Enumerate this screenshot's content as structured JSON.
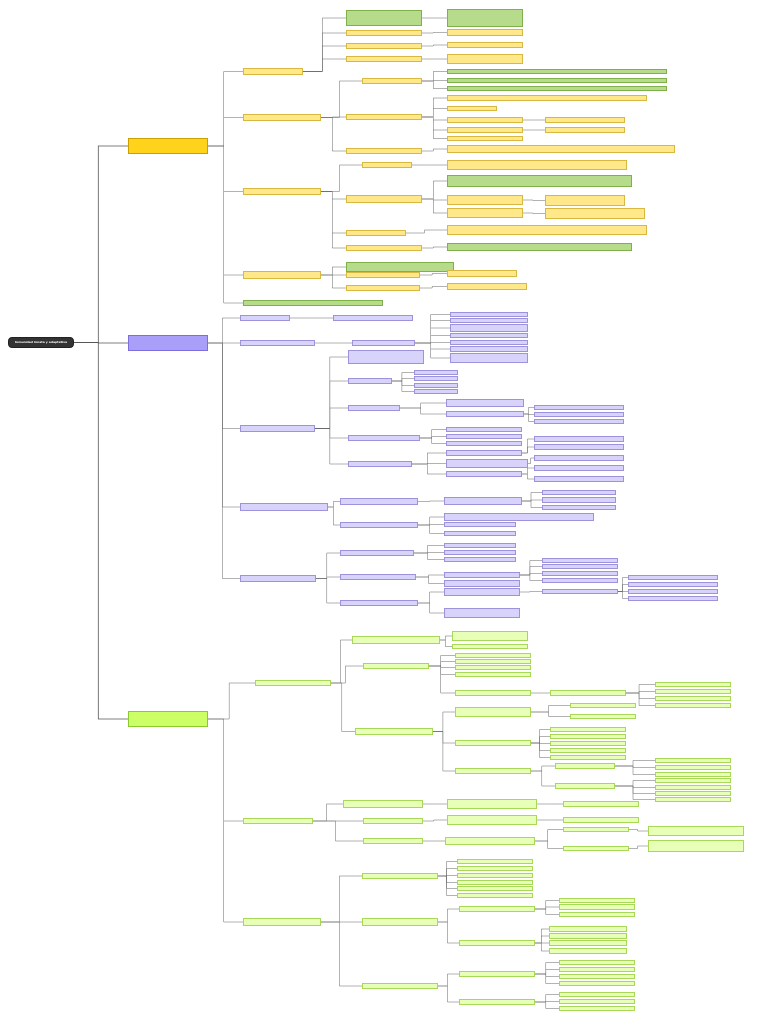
{
  "root": {
    "label": "Inmunidad innata y adaptativa"
  },
  "branches": [
    {
      "id": "b1",
      "label": "",
      "color": "ym"
    },
    {
      "id": "b2",
      "label": "",
      "color": "pm"
    },
    {
      "id": "b3",
      "label": "",
      "color": "gm"
    }
  ],
  "nodes": [
    {
      "id": "y1",
      "p": "b1",
      "c": "y",
      "label": ""
    },
    {
      "id": "y2",
      "p": "b1",
      "c": "y",
      "label": ""
    },
    {
      "id": "y3",
      "p": "b1",
      "c": "y",
      "label": ""
    },
    {
      "id": "y4",
      "p": "b1",
      "c": "y",
      "label": ""
    },
    {
      "id": "y5",
      "p": "b1",
      "c": "yg",
      "label": ""
    },
    {
      "id": "y1a",
      "p": "y1",
      "c": "yg",
      "label": ""
    },
    {
      "id": "y1b",
      "p": "y1",
      "c": "y",
      "label": ""
    },
    {
      "id": "y1c",
      "p": "y1",
      "c": "y",
      "label": ""
    },
    {
      "id": "y1d",
      "p": "y1",
      "c": "y",
      "label": ""
    },
    {
      "id": "y1a1",
      "p": "y1a",
      "c": "yg",
      "label": ""
    },
    {
      "id": "y1b1",
      "p": "y1b",
      "c": "y",
      "label": ""
    },
    {
      "id": "y1c1",
      "p": "y1c",
      "c": "y",
      "label": ""
    },
    {
      "id": "y1d1",
      "p": "y1d",
      "c": "y",
      "label": ""
    },
    {
      "id": "y2a",
      "p": "y2",
      "c": "y",
      "label": ""
    },
    {
      "id": "y2b",
      "p": "y2",
      "c": "y",
      "label": ""
    },
    {
      "id": "y2c",
      "p": "y2",
      "c": "y",
      "label": ""
    },
    {
      "id": "y2a1",
      "p": "y2a",
      "c": "yg",
      "label": ""
    },
    {
      "id": "y2a2",
      "p": "y2a",
      "c": "yg",
      "label": ""
    },
    {
      "id": "y2a3",
      "p": "y2a",
      "c": "yg",
      "label": ""
    },
    {
      "id": "y2b1",
      "p": "y2b",
      "c": "y",
      "label": ""
    },
    {
      "id": "y2b2",
      "p": "y2b",
      "c": "y",
      "label": ""
    },
    {
      "id": "y2b3",
      "p": "y2b",
      "c": "y",
      "label": ""
    },
    {
      "id": "y2b4",
      "p": "y2b",
      "c": "y",
      "label": ""
    },
    {
      "id": "y2b5",
      "p": "y2b",
      "c": "y",
      "label": ""
    },
    {
      "id": "y2b3a",
      "p": "y2b3",
      "c": "y",
      "label": ""
    },
    {
      "id": "y2b4a",
      "p": "y2b4",
      "c": "y",
      "label": ""
    },
    {
      "id": "y2c1",
      "p": "y2c",
      "c": "y",
      "label": ""
    },
    {
      "id": "y3a",
      "p": "y3",
      "c": "y",
      "label": ""
    },
    {
      "id": "y3b",
      "p": "y3",
      "c": "y",
      "label": ""
    },
    {
      "id": "y3c",
      "p": "y3",
      "c": "y",
      "label": ""
    },
    {
      "id": "y3d",
      "p": "y3",
      "c": "y",
      "label": ""
    },
    {
      "id": "y3a1",
      "p": "y3a",
      "c": "y",
      "label": ""
    },
    {
      "id": "y3b1",
      "p": "y3b",
      "c": "yg",
      "label": ""
    },
    {
      "id": "y3b2",
      "p": "y3b",
      "c": "y",
      "label": ""
    },
    {
      "id": "y3b3",
      "p": "y3b",
      "c": "y",
      "label": ""
    },
    {
      "id": "y3b2a",
      "p": "y3b2",
      "c": "y",
      "label": ""
    },
    {
      "id": "y3b3a",
      "p": "y3b3",
      "c": "y",
      "label": ""
    },
    {
      "id": "y3c1",
      "p": "y3c",
      "c": "y",
      "label": ""
    },
    {
      "id": "y3d1",
      "p": "y3d",
      "c": "yg",
      "label": ""
    },
    {
      "id": "y4a",
      "p": "y4",
      "c": "yg",
      "label": ""
    },
    {
      "id": "y4b",
      "p": "y4",
      "c": "y",
      "label": ""
    },
    {
      "id": "y4c",
      "p": "y4",
      "c": "y",
      "label": ""
    },
    {
      "id": "y4b1",
      "p": "y4b",
      "c": "y",
      "label": ""
    },
    {
      "id": "y4c1",
      "p": "y4c",
      "c": "y",
      "label": ""
    },
    {
      "id": "p1",
      "p": "b2",
      "c": "p",
      "label": ""
    },
    {
      "id": "p2",
      "p": "b2",
      "c": "p",
      "label": ""
    },
    {
      "id": "p3",
      "p": "b2",
      "c": "p",
      "label": ""
    },
    {
      "id": "p4",
      "p": "b2",
      "c": "p",
      "label": ""
    },
    {
      "id": "p5",
      "p": "b2",
      "c": "p",
      "label": ""
    },
    {
      "id": "p1a",
      "p": "p1",
      "c": "p",
      "label": ""
    },
    {
      "id": "p2a",
      "p": "p2",
      "c": "p",
      "label": ""
    },
    {
      "id": "p2a1",
      "p": "p2a",
      "c": "p",
      "label": ""
    },
    {
      "id": "p2a2",
      "p": "p2a",
      "c": "p",
      "label": ""
    },
    {
      "id": "p2a3",
      "p": "p2a",
      "c": "p",
      "label": ""
    },
    {
      "id": "p2a4",
      "p": "p2a",
      "c": "p",
      "label": ""
    },
    {
      "id": "p2a5",
      "p": "p2a",
      "c": "p",
      "label": ""
    },
    {
      "id": "p2a6",
      "p": "p2a",
      "c": "p",
      "label": ""
    },
    {
      "id": "p2a7",
      "p": "p2a",
      "c": "p",
      "label": ""
    },
    {
      "id": "p3a",
      "p": "p3",
      "c": "p",
      "label": ""
    },
    {
      "id": "p3b",
      "p": "p3",
      "c": "p",
      "label": ""
    },
    {
      "id": "p3c",
      "p": "p3",
      "c": "p",
      "label": ""
    },
    {
      "id": "p3d",
      "p": "p3",
      "c": "p",
      "label": ""
    },
    {
      "id": "p3e",
      "p": "p3",
      "c": "p",
      "label": ""
    },
    {
      "id": "p3b1",
      "p": "p3b",
      "c": "p",
      "label": ""
    },
    {
      "id": "p3b2",
      "p": "p3b",
      "c": "p",
      "label": ""
    },
    {
      "id": "p3b3",
      "p": "p3b",
      "c": "p",
      "label": ""
    },
    {
      "id": "p3b4",
      "p": "p3b",
      "c": "p",
      "label": ""
    },
    {
      "id": "p3c1",
      "p": "p3c",
      "c": "p",
      "label": ""
    },
    {
      "id": "p3c2",
      "p": "p3c",
      "c": "p",
      "label": ""
    },
    {
      "id": "p3c2a",
      "p": "p3c2",
      "c": "p",
      "label": ""
    },
    {
      "id": "p3c2b",
      "p": "p3c2",
      "c": "p",
      "label": ""
    },
    {
      "id": "p3c2c",
      "p": "p3c2",
      "c": "p",
      "label": ""
    },
    {
      "id": "p3d1",
      "p": "p3d",
      "c": "p",
      "label": ""
    },
    {
      "id": "p3d2",
      "p": "p3d",
      "c": "p",
      "label": ""
    },
    {
      "id": "p3d3",
      "p": "p3d",
      "c": "p",
      "label": ""
    },
    {
      "id": "p3e1",
      "p": "p3e",
      "c": "p",
      "label": ""
    },
    {
      "id": "p3e2",
      "p": "p3e",
      "c": "p",
      "label": ""
    },
    {
      "id": "p3e3",
      "p": "p3e",
      "c": "p",
      "label": ""
    },
    {
      "id": "p3e1a",
      "p": "p3e1",
      "c": "p",
      "label": ""
    },
    {
      "id": "p3e1b",
      "p": "p3e1",
      "c": "p",
      "label": ""
    },
    {
      "id": "p3e2a",
      "p": "p3e2",
      "c": "p",
      "label": ""
    },
    {
      "id": "p3e3a",
      "p": "p3e3",
      "c": "p",
      "label": ""
    },
    {
      "id": "p3e3b",
      "p": "p3e3",
      "c": "p",
      "label": ""
    },
    {
      "id": "p4a",
      "p": "p4",
      "c": "p",
      "label": ""
    },
    {
      "id": "p4b",
      "p": "p4",
      "c": "p",
      "label": ""
    },
    {
      "id": "p4a1",
      "p": "p4a",
      "c": "p",
      "label": ""
    },
    {
      "id": "p4a1a",
      "p": "p4a1",
      "c": "p",
      "label": ""
    },
    {
      "id": "p4a1b",
      "p": "p4a1",
      "c": "p",
      "label": ""
    },
    {
      "id": "p4a1c",
      "p": "p4a1",
      "c": "p",
      "label": ""
    },
    {
      "id": "p4b1",
      "p": "p4b",
      "c": "p",
      "label": ""
    },
    {
      "id": "p4b2",
      "p": "p4b",
      "c": "p",
      "label": ""
    },
    {
      "id": "p4b3",
      "p": "p4b",
      "c": "p",
      "label": ""
    },
    {
      "id": "p5a",
      "p": "p5",
      "c": "p",
      "label": ""
    },
    {
      "id": "p5b",
      "p": "p5",
      "c": "p",
      "label": ""
    },
    {
      "id": "p5c",
      "p": "p5",
      "c": "p",
      "label": ""
    },
    {
      "id": "p5a1",
      "p": "p5a",
      "c": "p",
      "label": ""
    },
    {
      "id": "p5a2",
      "p": "p5a",
      "c": "p",
      "label": ""
    },
    {
      "id": "p5a3",
      "p": "p5a",
      "c": "p",
      "label": ""
    },
    {
      "id": "p5b1",
      "p": "p5b",
      "c": "p",
      "label": ""
    },
    {
      "id": "p5b2",
      "p": "p5b",
      "c": "p",
      "label": ""
    },
    {
      "id": "p5b1a",
      "p": "p5b1",
      "c": "p",
      "label": ""
    },
    {
      "id": "p5b1b",
      "p": "p5b1",
      "c": "p",
      "label": ""
    },
    {
      "id": "p5b1c",
      "p": "p5b1",
      "c": "p",
      "label": ""
    },
    {
      "id": "p5b1d",
      "p": "p5b1",
      "c": "p",
      "label": ""
    },
    {
      "id": "p5c1",
      "p": "p5c",
      "c": "p",
      "label": ""
    },
    {
      "id": "p5c2",
      "p": "p5c",
      "c": "p",
      "label": ""
    },
    {
      "id": "p5c1a",
      "p": "p5c1",
      "c": "p",
      "label": ""
    },
    {
      "id": "p5c1a1",
      "p": "p5c1a",
      "c": "p",
      "label": ""
    },
    {
      "id": "p5c1a2",
      "p": "p5c1a",
      "c": "p",
      "label": ""
    },
    {
      "id": "p5c1a3",
      "p": "p5c1a",
      "c": "p",
      "label": ""
    },
    {
      "id": "p5c1a4",
      "p": "p5c1a",
      "c": "p",
      "label": ""
    },
    {
      "id": "g1",
      "p": "b3",
      "c": "g",
      "label": ""
    },
    {
      "id": "g2",
      "p": "b3",
      "c": "g",
      "label": ""
    },
    {
      "id": "g3",
      "p": "b3",
      "c": "g",
      "label": ""
    },
    {
      "id": "g1a",
      "p": "g1",
      "c": "g",
      "label": ""
    },
    {
      "id": "g1b",
      "p": "g1",
      "c": "g",
      "label": ""
    },
    {
      "id": "g1c",
      "p": "g1",
      "c": "g",
      "label": ""
    },
    {
      "id": "g1a1",
      "p": "g1a",
      "c": "g",
      "label": ""
    },
    {
      "id": "g1a2",
      "p": "g1a",
      "c": "g",
      "label": ""
    },
    {
      "id": "g1b1",
      "p": "g1b",
      "c": "g",
      "label": ""
    },
    {
      "id": "g1b2",
      "p": "g1b",
      "c": "g",
      "label": ""
    },
    {
      "id": "g1b3",
      "p": "g1b",
      "c": "g",
      "label": ""
    },
    {
      "id": "g1b4",
      "p": "g1b",
      "c": "g",
      "label": ""
    },
    {
      "id": "g1b5",
      "p": "g1b",
      "c": "g",
      "label": ""
    },
    {
      "id": "g1b5a",
      "p": "g1b5",
      "c": "g",
      "label": ""
    },
    {
      "id": "g1b5a1",
      "p": "g1b5a",
      "c": "g",
      "label": ""
    },
    {
      "id": "g1b5a2",
      "p": "g1b5a",
      "c": "g",
      "label": ""
    },
    {
      "id": "g1b5a3",
      "p": "g1b5a",
      "c": "g",
      "label": ""
    },
    {
      "id": "g1b5a4",
      "p": "g1b5a",
      "c": "g",
      "label": ""
    },
    {
      "id": "g1c1",
      "p": "g1c",
      "c": "g",
      "label": ""
    },
    {
      "id": "g1c2",
      "p": "g1c",
      "c": "g",
      "label": ""
    },
    {
      "id": "g1c3",
      "p": "g1c",
      "c": "g",
      "label": ""
    },
    {
      "id": "g1c1a",
      "p": "g1c1",
      "c": "g",
      "label": ""
    },
    {
      "id": "g1c1b",
      "p": "g1c1",
      "c": "g",
      "label": ""
    },
    {
      "id": "g1c2a",
      "p": "g1c2",
      "c": "g",
      "label": ""
    },
    {
      "id": "g1c2b",
      "p": "g1c2",
      "c": "g",
      "label": ""
    },
    {
      "id": "g1c2c",
      "p": "g1c2",
      "c": "g",
      "label": ""
    },
    {
      "id": "g1c2d",
      "p": "g1c2",
      "c": "g",
      "label": ""
    },
    {
      "id": "g1c2e",
      "p": "g1c2",
      "c": "g",
      "label": ""
    },
    {
      "id": "g1c3a",
      "p": "g1c3",
      "c": "g",
      "label": ""
    },
    {
      "id": "g1c3b",
      "p": "g1c3",
      "c": "g",
      "label": ""
    },
    {
      "id": "g1c3a1",
      "p": "g1c3a",
      "c": "g",
      "label": ""
    },
    {
      "id": "g1c3a2",
      "p": "g1c3a",
      "c": "g",
      "label": ""
    },
    {
      "id": "g1c3a3",
      "p": "g1c3a",
      "c": "g",
      "label": ""
    },
    {
      "id": "g1c3b1",
      "p": "g1c3b",
      "c": "g",
      "label": ""
    },
    {
      "id": "g1c3b2",
      "p": "g1c3b",
      "c": "g",
      "label": ""
    },
    {
      "id": "g1c3b3",
      "p": "g1c3b",
      "c": "g",
      "label": ""
    },
    {
      "id": "g1c3b4",
      "p": "g1c3b",
      "c": "g",
      "label": ""
    },
    {
      "id": "g2a",
      "p": "g2",
      "c": "g",
      "label": ""
    },
    {
      "id": "g2b",
      "p": "g2",
      "c": "g",
      "label": ""
    },
    {
      "id": "g2c",
      "p": "g2",
      "c": "g",
      "label": ""
    },
    {
      "id": "g2a1",
      "p": "g2a",
      "c": "g",
      "label": ""
    },
    {
      "id": "g2a1a",
      "p": "g2a1",
      "c": "g",
      "label": ""
    },
    {
      "id": "g2b1",
      "p": "g2b",
      "c": "g",
      "label": ""
    },
    {
      "id": "g2b1a",
      "p": "g2b1",
      "c": "g",
      "label": ""
    },
    {
      "id": "g2c1",
      "p": "g2c",
      "c": "g",
      "label": ""
    },
    {
      "id": "g2c1a",
      "p": "g2c1",
      "c": "g",
      "label": ""
    },
    {
      "id": "g2c1b",
      "p": "g2c1",
      "c": "g",
      "label": ""
    },
    {
      "id": "g2c1a1",
      "p": "g2c1a",
      "c": "g",
      "label": ""
    },
    {
      "id": "g2c1b1",
      "p": "g2c1b",
      "c": "g",
      "label": ""
    },
    {
      "id": "g3a",
      "p": "g3",
      "c": "g",
      "label": ""
    },
    {
      "id": "g3b",
      "p": "g3",
      "c": "g",
      "label": ""
    },
    {
      "id": "g3c",
      "p": "g3",
      "c": "g",
      "label": ""
    },
    {
      "id": "g3a1",
      "p": "g3a",
      "c": "g",
      "label": ""
    },
    {
      "id": "g3a2",
      "p": "g3a",
      "c": "g",
      "label": ""
    },
    {
      "id": "g3a3",
      "p": "g3a",
      "c": "g",
      "label": ""
    },
    {
      "id": "g3a4",
      "p": "g3a",
      "c": "g",
      "label": ""
    },
    {
      "id": "g3a5",
      "p": "g3a",
      "c": "g",
      "label": ""
    },
    {
      "id": "g3a6",
      "p": "g3a",
      "c": "g",
      "label": ""
    },
    {
      "id": "g3b1",
      "p": "g3b",
      "c": "g",
      "label": ""
    },
    {
      "id": "g3b2",
      "p": "g3b",
      "c": "g",
      "label": ""
    },
    {
      "id": "g3b1a",
      "p": "g3b1",
      "c": "g",
      "label": ""
    },
    {
      "id": "g3b1b",
      "p": "g3b1",
      "c": "g",
      "label": ""
    },
    {
      "id": "g3b1c",
      "p": "g3b1",
      "c": "g",
      "label": ""
    },
    {
      "id": "g3b2a",
      "p": "g3b2",
      "c": "g",
      "label": ""
    },
    {
      "id": "g3b2b",
      "p": "g3b2",
      "c": "g",
      "label": ""
    },
    {
      "id": "g3b2c",
      "p": "g3b2",
      "c": "g",
      "label": ""
    },
    {
      "id": "g3b2d",
      "p": "g3b2",
      "c": "g",
      "label": ""
    },
    {
      "id": "g3c1",
      "p": "g3c",
      "c": "g",
      "label": ""
    },
    {
      "id": "g3c2",
      "p": "g3c",
      "c": "g",
      "label": ""
    },
    {
      "id": "g3c1a",
      "p": "g3c1",
      "c": "g",
      "label": ""
    },
    {
      "id": "g3c1b",
      "p": "g3c1",
      "c": "g",
      "label": ""
    },
    {
      "id": "g3c1c",
      "p": "g3c1",
      "c": "g",
      "label": ""
    },
    {
      "id": "g3c1d",
      "p": "g3c1",
      "c": "g",
      "label": ""
    },
    {
      "id": "g3c2a",
      "p": "g3c2",
      "c": "g",
      "label": ""
    },
    {
      "id": "g3c2b",
      "p": "g3c2",
      "c": "g",
      "label": ""
    },
    {
      "id": "g3c2c",
      "p": "g3c2",
      "c": "g",
      "label": ""
    }
  ]
}
